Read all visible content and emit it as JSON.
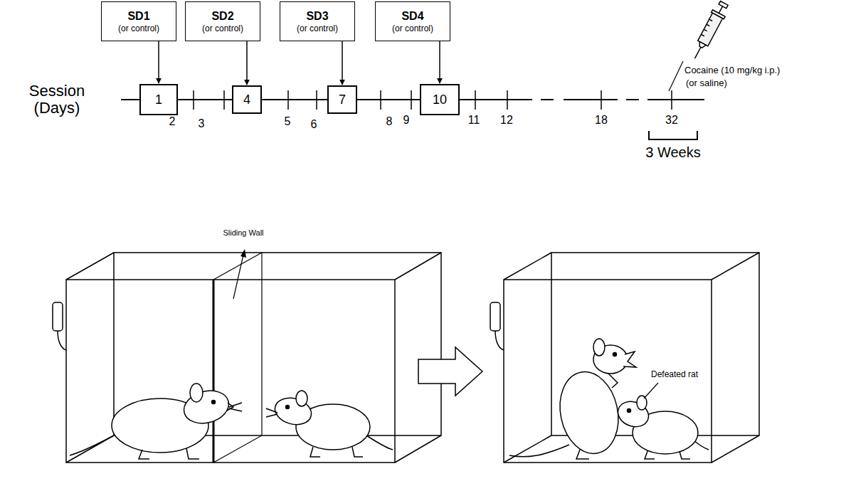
{
  "diagram": {
    "nodes": [
      {
        "text": [
          "SD1",
          "(or control)"
        ]
      },
      {
        "text": [
          "SD2",
          "(or control)"
        ]
      },
      {
        "text": [
          "SD3",
          "(or control)"
        ]
      },
      {
        "text": [
          "SD4",
          "(or control)"
        ]
      },
      {
        "text": [
          "1"
        ]
      },
      {
        "text": [
          "4"
        ]
      },
      {
        "text": [
          "7"
        ]
      },
      {
        "text": [
          "10"
        ]
      }
    ],
    "edges": [
      {
        "from": 0,
        "to": 4,
        "arrow": "to"
      },
      {
        "from": 1,
        "to": 5,
        "arrow": "to"
      },
      {
        "from": 2,
        "to": 6,
        "arrow": "to"
      },
      {
        "from": 3,
        "to": 7,
        "arrow": "to"
      }
    ],
    "labels": [
      "Session (Days)",
      "2",
      "3",
      "5",
      "6",
      "8",
      "9",
      "11",
      "12",
      "18",
      "32",
      "3 Weeks",
      "Cocaine (10 mg/kg i.p.)",
      "(or saline)",
      "Sliding Wall",
      "Defeated rat"
    ]
  }
}
